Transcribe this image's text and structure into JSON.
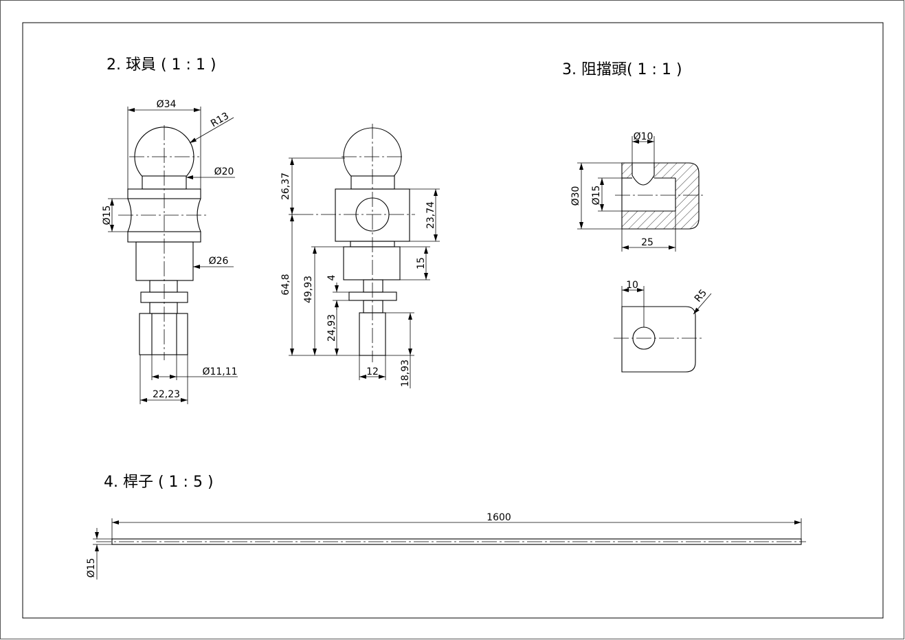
{
  "part2": {
    "title": "2. 球員 ( 1 : 1 )",
    "side_view": {
      "dim_d34": "Ø34",
      "dim_r13": "R13",
      "dim_d20": "Ø20",
      "dim_d15": "Ø15",
      "dim_d26": "Ø26",
      "dim_d1111": "Ø11,11",
      "dim_2223": "22,23"
    },
    "front_view": {
      "dim_2637": "26,37",
      "dim_648": "64,8",
      "dim_4993": "49,93",
      "dim_2374": "23,74",
      "dim_15": "15",
      "dim_4": "4",
      "dim_2493": "24,93",
      "dim_12": "12",
      "dim_1893": "18,93"
    }
  },
  "part3": {
    "title": "3. 阻擋頭( 1 : 1 )",
    "section_view": {
      "dim_d10": "Ø10",
      "dim_d30": "Ø30",
      "dim_d15": "Ø15",
      "dim_25": "25"
    },
    "side_view": {
      "dim_10": "10",
      "dim_r5": "R5"
    }
  },
  "part4": {
    "title": "4. 桿子 ( 1 : 5 )",
    "dim_1600": "1600",
    "dim_d15": "Ø15"
  }
}
